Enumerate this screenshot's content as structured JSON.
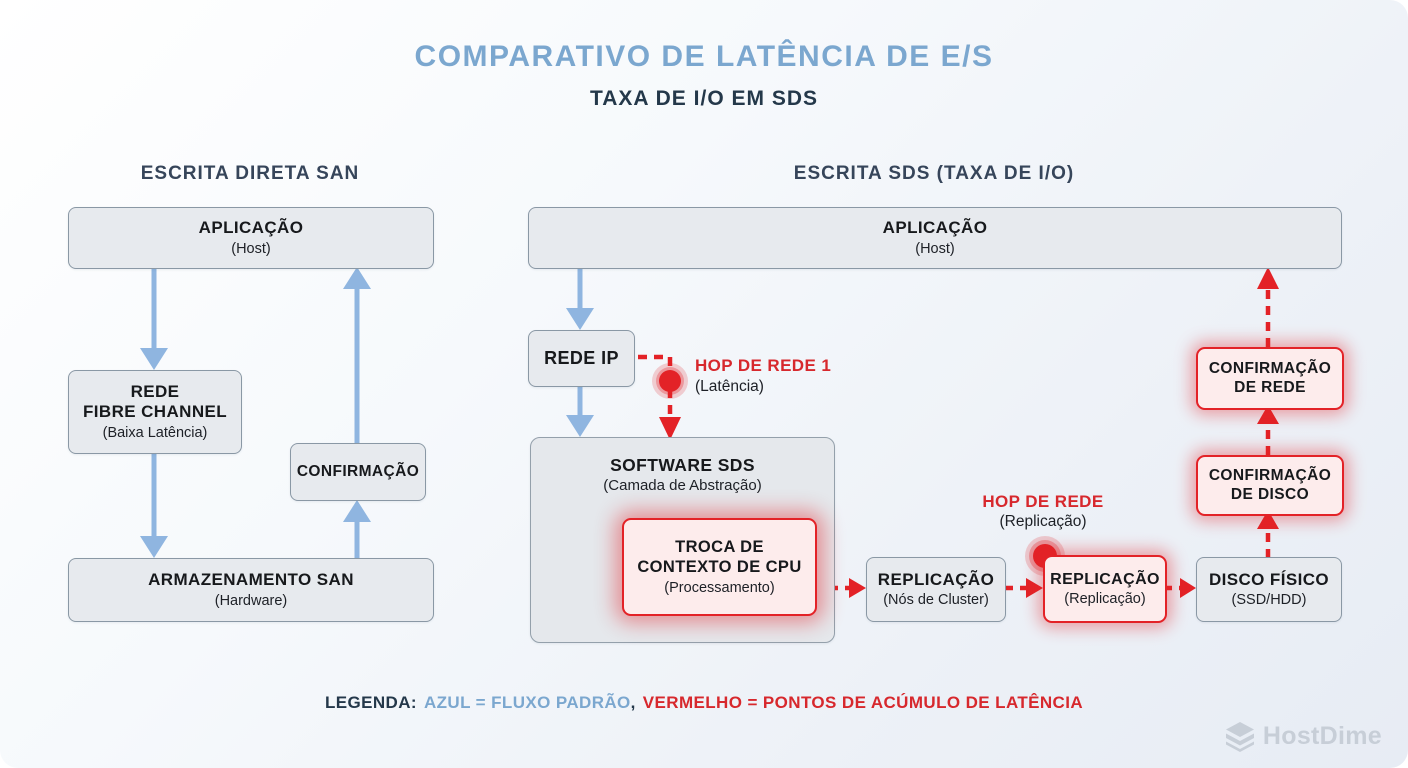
{
  "title": "COMPARATIVO DE LATÊNCIA DE E/S",
  "subtitle": "TAXA DE I/O EM SDS",
  "panels": {
    "san": {
      "heading": "ESCRITA DIRETA SAN",
      "application": {
        "label": "APLICAÇÃO",
        "sub": "(Host)"
      },
      "fibre_channel": {
        "line1": "REDE",
        "line2": "FIBRE CHANNEL",
        "sub": "(Baixa Latência)"
      },
      "confirmation": {
        "label": "CONFIRMAÇÃO"
      },
      "storage": {
        "label": "ARMAZENAMENTO SAN",
        "sub": "(Hardware)"
      }
    },
    "sds": {
      "heading": "ESCRITA SDS (TAXA DE I/O)",
      "application": {
        "label": "APLICAÇÃO",
        "sub": "(Host)"
      },
      "ip_network": {
        "label": "REDE IP"
      },
      "hop1": {
        "label": "HOP DE REDE 1",
        "sub": "(Latência)"
      },
      "software": {
        "label": "SOFTWARE SDS",
        "sub": "(Camada de Abstração)"
      },
      "context_switch": {
        "line1": "TROCA DE",
        "line2": "CONTEXTO DE CPU",
        "sub": "(Processamento)"
      },
      "replication_nodes": {
        "label": "REPLICAÇÃO",
        "sub": "(Nós de Cluster)"
      },
      "hop2": {
        "label": "HOP DE REDE",
        "sub": "(Replicação)"
      },
      "replication": {
        "label": "REPLICAÇÃO",
        "sub": "(Replicação)"
      },
      "disk": {
        "label": "DISCO FÍSICO",
        "sub": "(SSD/HDD)"
      },
      "disk_ack": {
        "line1": "CONFIRMAÇÃO",
        "line2": "DE DISCO"
      },
      "network_ack": {
        "line1": "CONFIRMAÇÃO",
        "line2": "DE REDE"
      }
    }
  },
  "legend": {
    "prefix": "LEGENDA:",
    "blue": "AZUL = FLUXO PADRÃO",
    "separator": ",",
    "red": "VERMELHO = PONTOS DE ACÚMULO DE LATÊNCIA"
  },
  "logo": {
    "text": "HostDime"
  },
  "colors": {
    "blue_flow": "#8fb5e0",
    "red_latency": "#e32227",
    "title_blue": "#7ba7cf",
    "heading_navy": "#36455a",
    "box_fill": "#e7eaee",
    "box_border": "#8a98a5",
    "red_box_fill": "#fdecec",
    "logo_gray": "#c7ced7"
  }
}
